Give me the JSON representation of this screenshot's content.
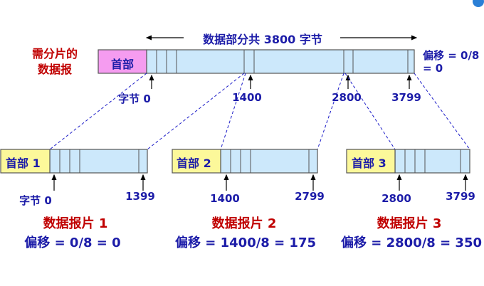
{
  "original": {
    "label_line1": "需分片的",
    "label_line2": "数据报",
    "header": "首部",
    "data_span": "数据部分共 3800 字节",
    "offset_line1": "偏移 = 0/8",
    "offset_line2": "= 0",
    "byte_labels": [
      "字节 0",
      "1400",
      "2800",
      "3799"
    ]
  },
  "fragments": [
    {
      "header": "首部 1",
      "start": "字节 0",
      "end": "1399",
      "title": "数据报片 1",
      "offset": "偏移 = 0/8 = 0"
    },
    {
      "header": "首部 2",
      "start": "1400",
      "end": "2799",
      "title": "数据报片 2",
      "offset": "偏移 = 1400/8 = 175"
    },
    {
      "header": "首部 3",
      "start": "2800",
      "end": "3799",
      "title": "数据报片 3",
      "offset": "偏移 = 2800/8 = 350"
    }
  ],
  "colors": {
    "header_main": "#f59cf0",
    "header_fragment": "#fcf89a",
    "data": "#cce8fb",
    "title": "#c00000",
    "text": "#1c1ca8"
  }
}
